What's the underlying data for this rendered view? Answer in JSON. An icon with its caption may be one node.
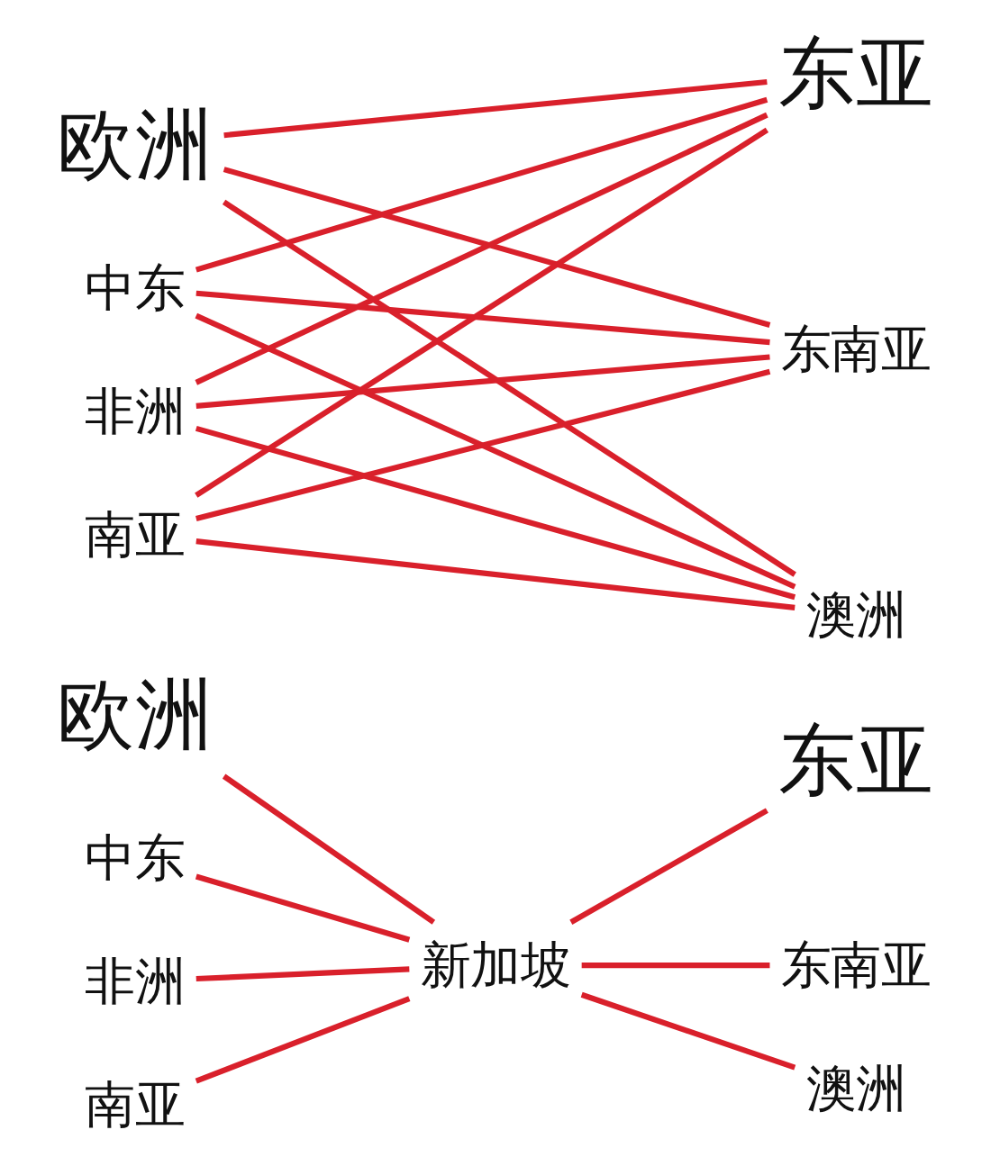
{
  "diagram": {
    "nodes": [
      {
        "text": [
          "欧洲"
        ]
      },
      {
        "text": [
          "东亚"
        ]
      },
      {
        "text": [
          "中东"
        ]
      },
      {
        "text": [
          "东南亚"
        ]
      },
      {
        "text": [
          "非洲"
        ]
      },
      {
        "text": [
          "澳洲"
        ]
      },
      {
        "text": [
          "南亚"
        ]
      },
      {
        "text": [
          "欧洲"
        ]
      },
      {
        "text": [
          "东亚"
        ]
      },
      {
        "text": [
          "中东"
        ]
      },
      {
        "text": [
          "新加坡"
        ]
      },
      {
        "text": [
          "东南亚"
        ]
      },
      {
        "text": [
          "非洲"
        ]
      },
      {
        "text": [
          "澳洲"
        ]
      },
      {
        "text": [
          "南亚"
        ]
      }
    ],
    "edges": [
      {
        "from": 0,
        "to": 1,
        "arrow": "none"
      },
      {
        "from": 0,
        "to": 3,
        "arrow": "none"
      },
      {
        "from": 0,
        "to": 5,
        "arrow": "none"
      },
      {
        "from": 2,
        "to": 1,
        "arrow": "none"
      },
      {
        "from": 2,
        "to": 3,
        "arrow": "none"
      },
      {
        "from": 2,
        "to": 5,
        "arrow": "none"
      },
      {
        "from": 4,
        "to": 1,
        "arrow": "none"
      },
      {
        "from": 4,
        "to": 3,
        "arrow": "none"
      },
      {
        "from": 4,
        "to": 5,
        "arrow": "none"
      },
      {
        "from": 6,
        "to": 1,
        "arrow": "none"
      },
      {
        "from": 6,
        "to": 3,
        "arrow": "none"
      },
      {
        "from": 6,
        "to": 5,
        "arrow": "none"
      },
      {
        "from": 7,
        "to": 10,
        "arrow": "none"
      },
      {
        "from": 9,
        "to": 10,
        "arrow": "none"
      },
      {
        "from": 12,
        "to": 10,
        "arrow": "none"
      },
      {
        "from": 14,
        "to": 10,
        "arrow": "none"
      },
      {
        "from": 10,
        "to": 8,
        "arrow": "none"
      },
      {
        "from": 10,
        "to": 11,
        "arrow": "none"
      },
      {
        "from": 10,
        "to": 13,
        "arrow": "none"
      }
    ]
  }
}
